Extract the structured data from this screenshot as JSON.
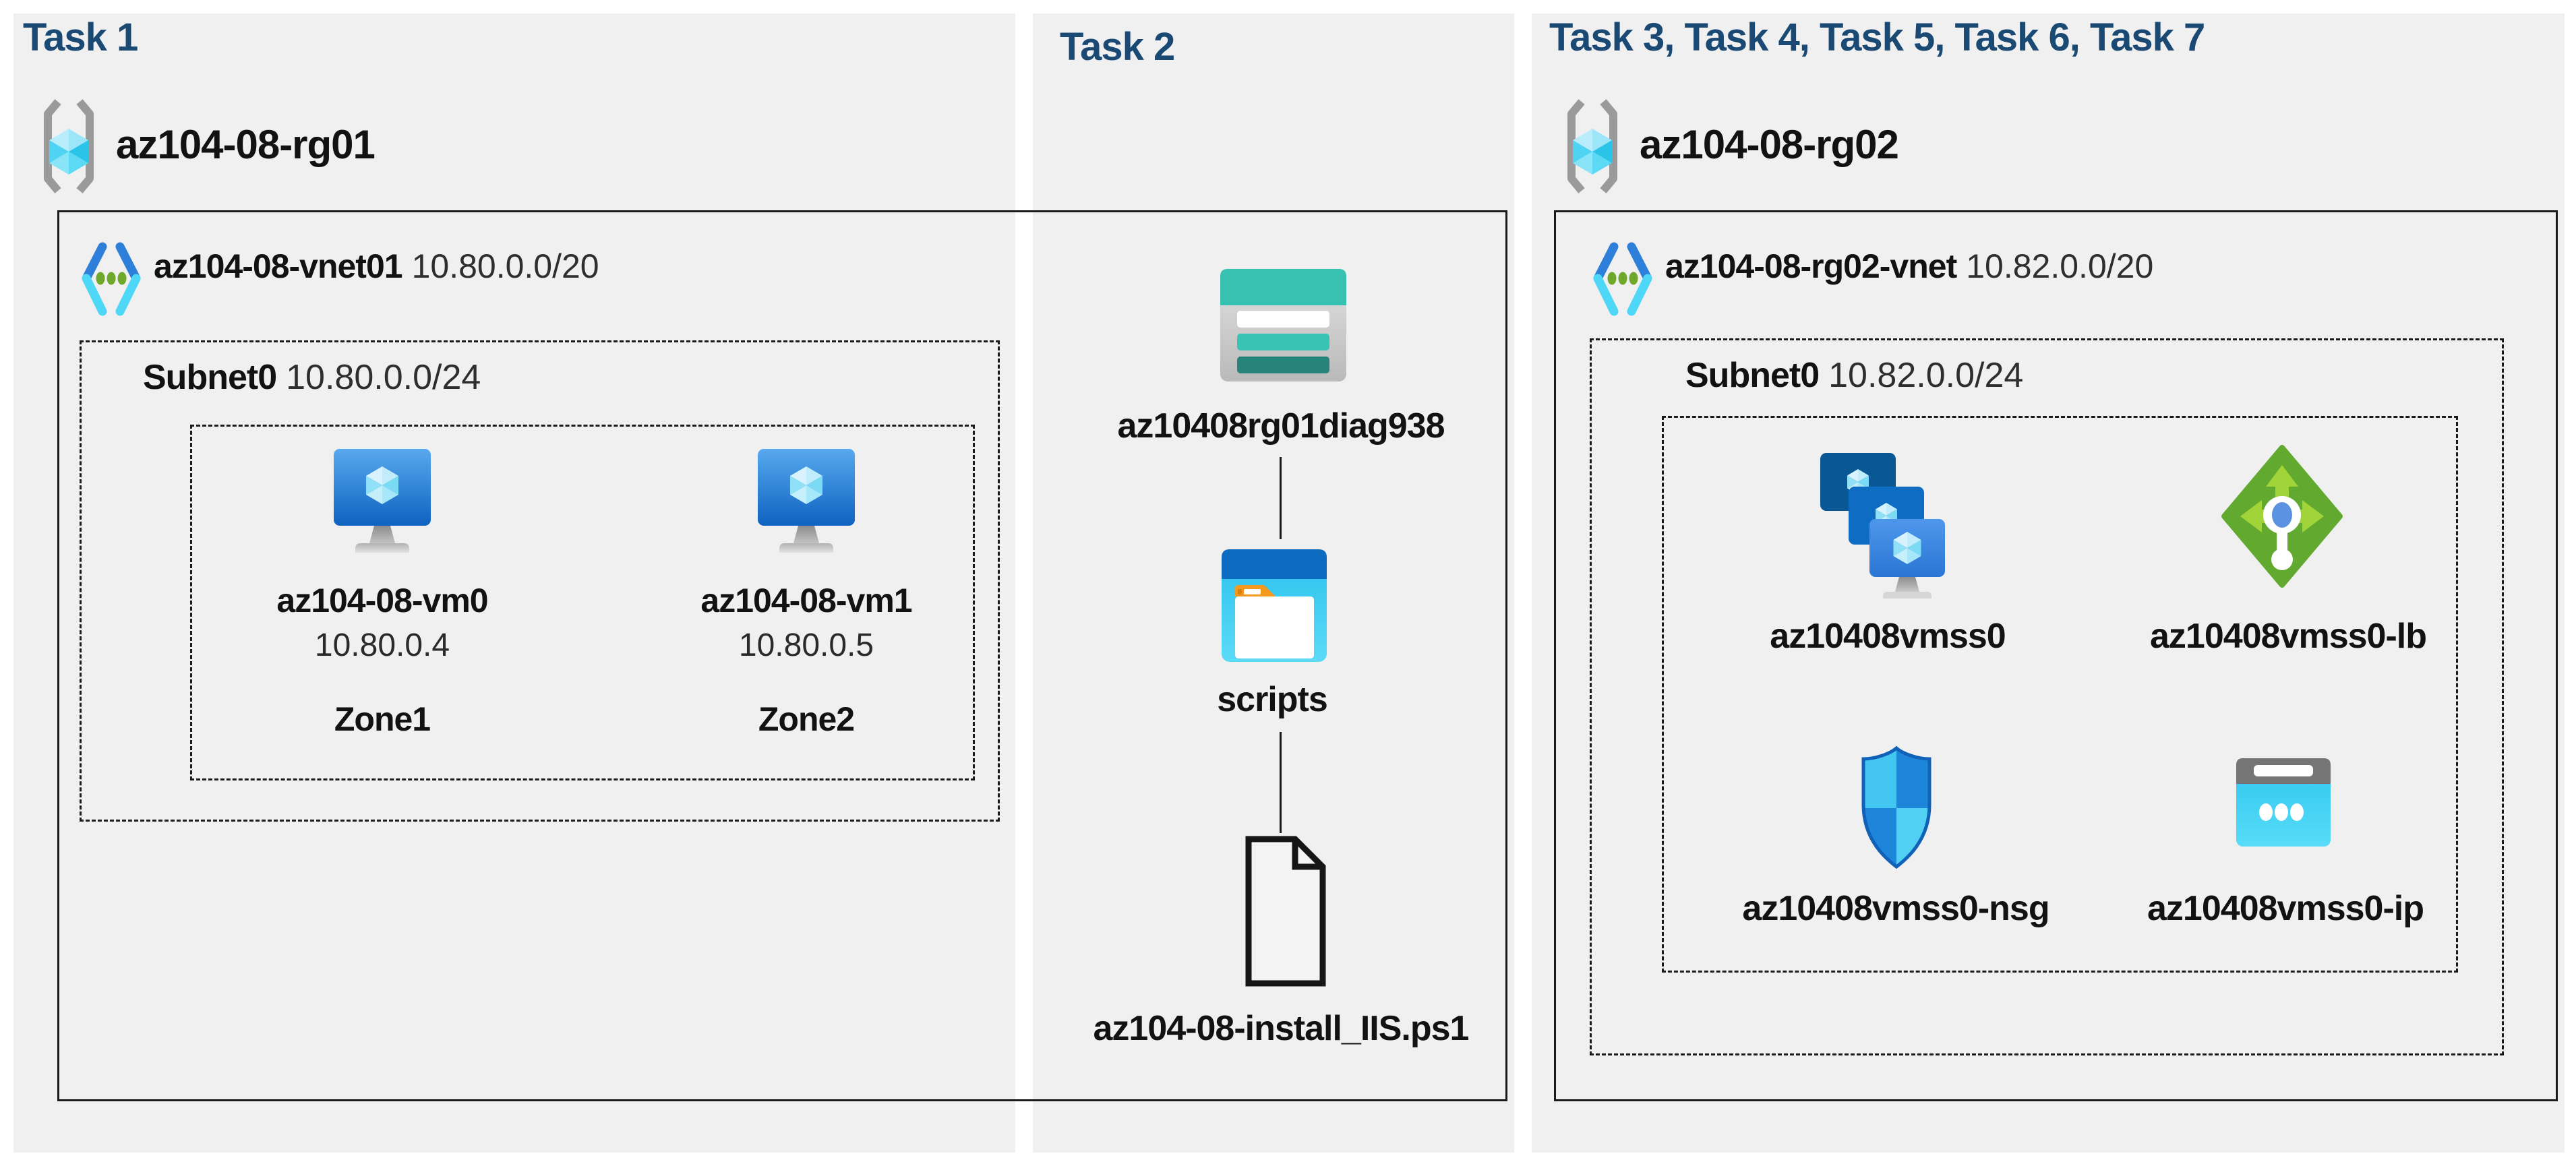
{
  "colors": {
    "panel_bg": "#f0f0f1",
    "title_navy": "#1a4a73",
    "text": "#121212",
    "line_black": "#1a1a1a",
    "azure_blue": "#1268c3",
    "cyan": "#45d1f2",
    "storage_teal": "#38c1b1",
    "lb_green": "#61a92f",
    "folder_orange": "#f2991e",
    "bracket_gray": "#999999"
  },
  "icons": {
    "resource_group": "gray-brackets-with-cyan-cube",
    "virtual_network": "blue-cyan-chevrons-with-green-dots",
    "virtual_machine": "blue-monitor-with-crystal-cube",
    "storage_account": "teal-and-gray-table-rows",
    "folder": "blue-window-with-white-folder-orange-tab",
    "file": "black-outline-document-folded-corner",
    "vm_scale_set": "three-stacked-blue-screens-with-cubes",
    "load_balancer": "green-diamond-with-arrows-and-probe",
    "network_security_group": "blue-quadrant-shield",
    "public_ip": "cyan-browser-with-gray-bar-and-dots"
  },
  "task1": {
    "title": "Task 1",
    "resource_group": "az104-08-rg01",
    "vnet": {
      "name": "az104-08-vnet01",
      "cidr": "10.80.0.0/20"
    },
    "subnet": {
      "name": "Subnet0",
      "cidr": "10.80.0.0/24"
    },
    "vms": [
      {
        "name": "az104-08-vm0",
        "ip": "10.80.0.4",
        "zone": "Zone1"
      },
      {
        "name": "az104-08-vm1",
        "ip": "10.80.0.5",
        "zone": "Zone2"
      }
    ]
  },
  "task2": {
    "title": "Task 2",
    "storage_account": "az10408rg01diag938",
    "container": "scripts",
    "file": "az104-08-install_IIS.ps1"
  },
  "task3": {
    "title": "Task 3, Task 4, Task 5, Task 6, Task 7",
    "resource_group": "az104-08-rg02",
    "vnet": {
      "name": "az104-08-rg02-vnet",
      "cidr": "10.82.0.0/20"
    },
    "subnet": {
      "name": "Subnet0",
      "cidr": "10.82.0.0/24"
    },
    "resources": [
      {
        "name": "az10408vmss0",
        "type": "virtual-machine-scale-set"
      },
      {
        "name": "az10408vmss0-lb",
        "type": "load-balancer"
      },
      {
        "name": "az10408vmss0-nsg",
        "type": "network-security-group"
      },
      {
        "name": "az10408vmss0-ip",
        "type": "public-ip-address"
      }
    ]
  }
}
